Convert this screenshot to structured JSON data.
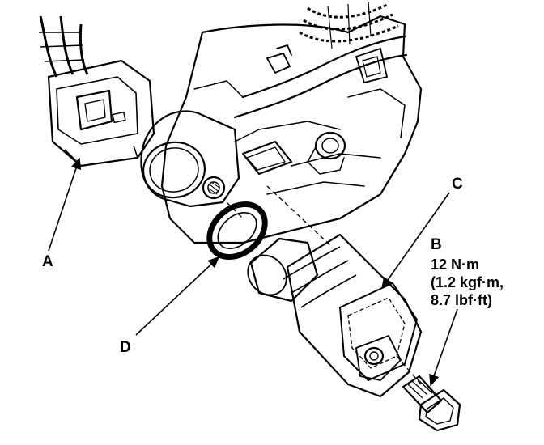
{
  "labels": {
    "a": "A",
    "b": "B",
    "c": "C",
    "d": "D"
  },
  "torque_spec": {
    "line1": "12 N·m",
    "line2": "(1.2 kgf·m,",
    "line3": "8.7 lbf·ft)"
  },
  "colors": {
    "ink": "#000000",
    "background": "#ffffff"
  }
}
